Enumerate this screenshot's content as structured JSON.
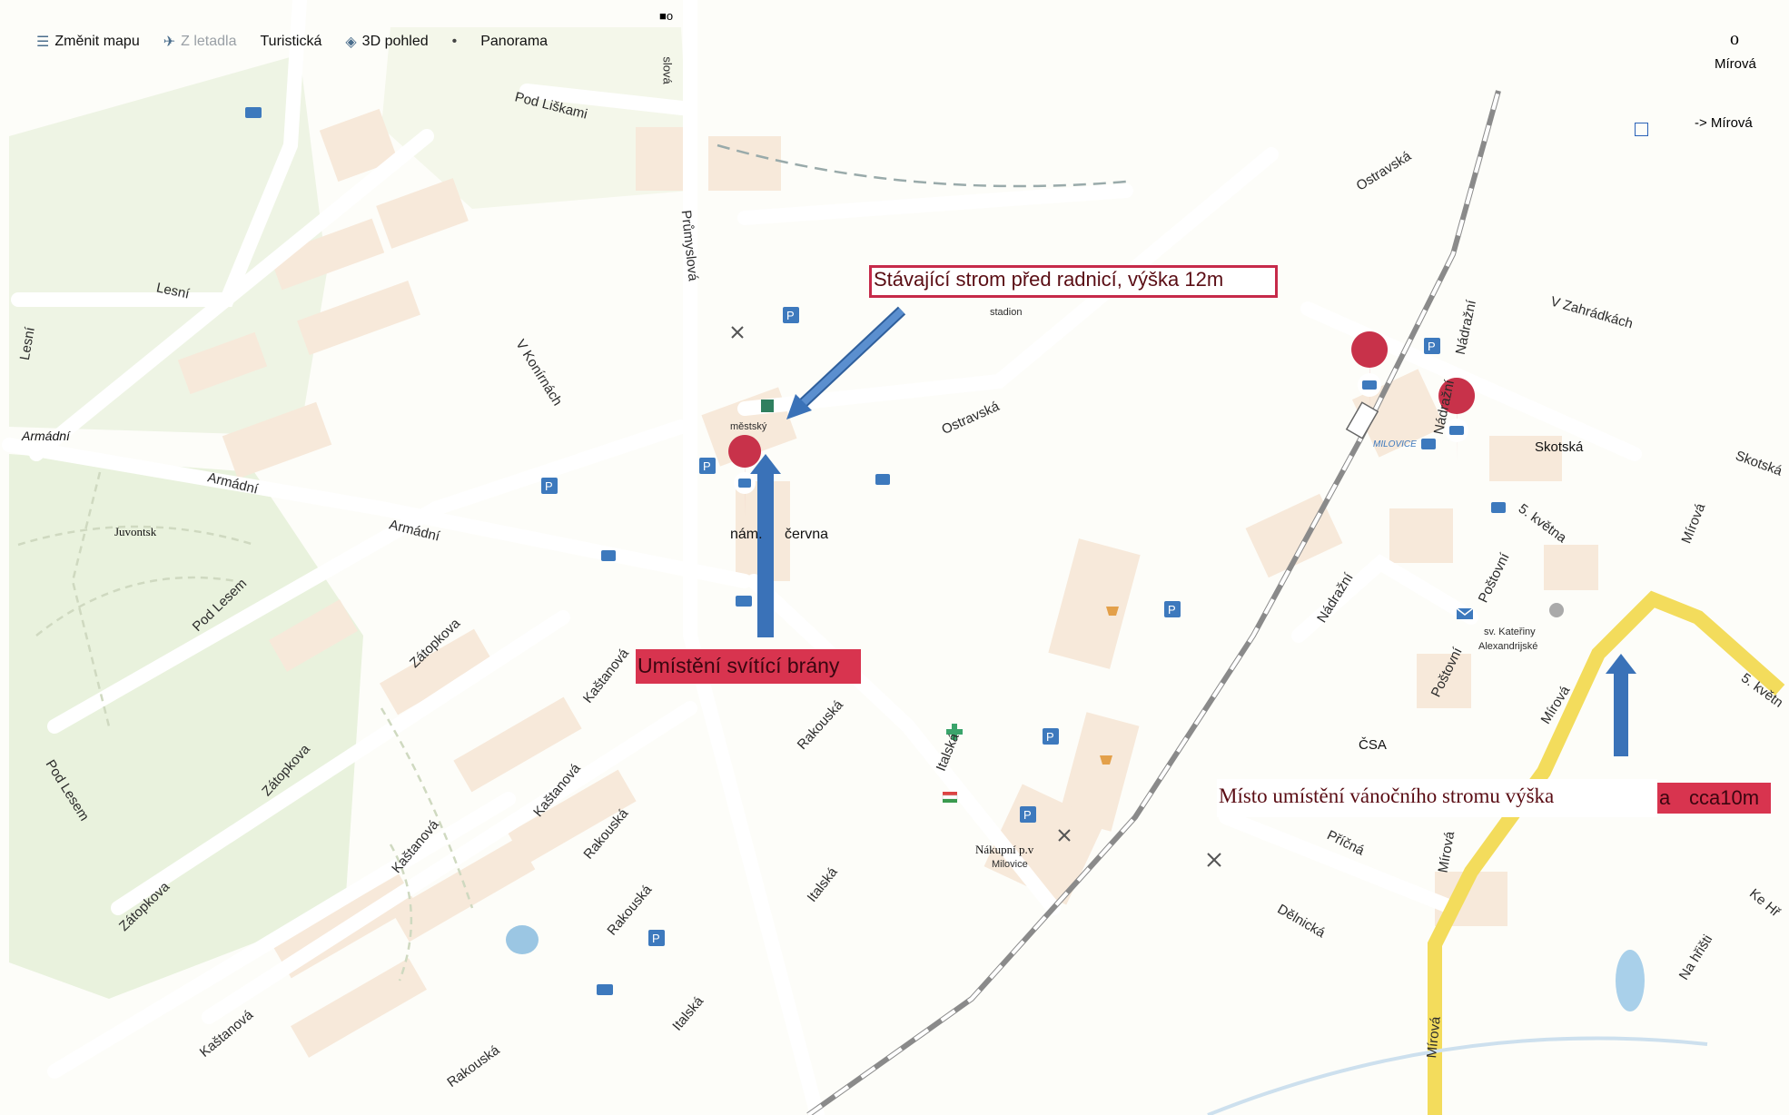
{
  "toolbar": {
    "change_map": "Změnit mapu",
    "aerial": "Z letadla",
    "tourist": "Turistická",
    "view3d": "3D pohled",
    "separator": "•",
    "panorama": "Panorama"
  },
  "top_marker": "■o",
  "zoom_marker": "o",
  "corner_street": "Mírová",
  "nav_link": "-> Mírová",
  "callouts": {
    "tree": "Stávající strom před radnicí, výška 12m",
    "gate": "Umístění svítící brány",
    "xmas_main": "Místo umístění vánočního stromu výška",
    "xmas_left": "a",
    "xmas_right": "cca10m"
  },
  "streets": {
    "pod_liskami": "Pod Liškami",
    "lesni_1": "Lesní",
    "lesni_2": "Lesní",
    "armadni_1": "Armádní",
    "armadni_2": "Armádní",
    "armadni_3": "Armádní",
    "v_konirnach": "V Konírnách",
    "prumyslova": "Průmyslová",
    "slova_top": "slová",
    "ostravska_1": "Ostravská",
    "ostravska_2": "Ostravská",
    "v_zahradkach": "V Zahrádkách",
    "nadrazni_1": "Nádražní",
    "nadrazni_2": "Nádražní",
    "nadrazni_3": "Nádražní",
    "skotska": "Skotská",
    "skotska_2": "Skotská",
    "petikvetna_1": "5. května",
    "petikvetna_2": "5. květn",
    "postovni_1": "Poštovní",
    "postovni_2": "Poštovní",
    "mirova_1": "Mírová",
    "mirova_2": "Mírová",
    "mirova_3": "Mírová",
    "mirova_4": "Mírová",
    "pricna": "Příčná",
    "delnicka": "Dělnická",
    "na_hristi": "Na hřišti",
    "ke_hri": "Ke Hř",
    "pod_lesem_1": "Pod Lesem",
    "pod_lesem_2": "Pod Lesem",
    "zatopkova_1": "Zátopkova",
    "zatopkova_2": "Zátopkova",
    "zatopkova_3": "Zátopkova",
    "kastanova_1": "Kaštanová",
    "kastanova_2": "Kaštanová",
    "kastanova_3": "Kaštanová",
    "kastanova_4": "Kaštanová",
    "rakouska_1": "Rakouská",
    "rakouska_2": "Rakouská",
    "rakouska_3": "Rakouská",
    "rakouska_4": "Rakouská",
    "italska_1": "Italská",
    "italska_2": "Italská",
    "italska_3": "Italská"
  },
  "places": {
    "nam_cervna": "nám.",
    "nam_cervna_2": "června",
    "mestsky": "městský",
    "stadion": "stadion",
    "juvontsk": "Juvontsk",
    "nakupni": "Nákupní p.v",
    "milovice": "Milovice",
    "csa": "ČSA",
    "sv_kateriny": "sv. Kateřiny",
    "alexandrijske": "Alexandrijské",
    "milovice_station": "MILOVICE"
  },
  "colors": {
    "callout_red": "#d8344f",
    "callout_border": "#c62a4a",
    "arrow_blue": "#3a72b8",
    "road_yellow": "#f3dc5c",
    "rail_gray": "#8a8a8a",
    "map_green": "#e8f1dc",
    "building": "#f6e6d6"
  }
}
